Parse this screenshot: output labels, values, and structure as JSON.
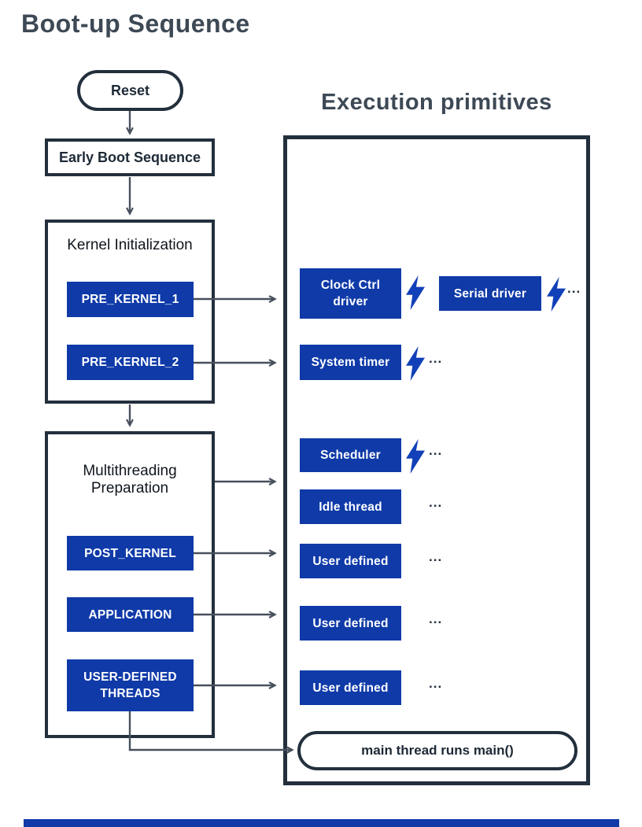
{
  "title": "Boot-up Sequence",
  "flow": {
    "reset": "Reset",
    "early_boot": "Early Boot Sequence",
    "kernel": {
      "title": "Kernel Initialization",
      "items": [
        "PRE_KERNEL_1",
        "PRE_KERNEL_2"
      ]
    },
    "multithreading": {
      "line1": "Multithreading",
      "line2": "Preparation",
      "items": [
        "POST_KERNEL",
        "APPLICATION",
        "USER-DEFINED THREADS"
      ]
    }
  },
  "execution": {
    "title": "Execution primitives",
    "rows": [
      {
        "label": "Clock Ctrl driver",
        "has_bolt": true,
        "second_label": "Serial driver",
        "second_has_bolt": true,
        "second_dots": "..."
      },
      {
        "label": "System timer",
        "has_bolt": true,
        "dots": "..."
      },
      {
        "label": "Scheduler",
        "has_bolt": true,
        "dots": "..."
      },
      {
        "label": "Idle thread",
        "has_bolt": false,
        "dots": "..."
      },
      {
        "label": "User defined",
        "has_bolt": false,
        "dots": "..."
      },
      {
        "label": "User defined",
        "has_bolt": false,
        "dots": "..."
      },
      {
        "label": "User defined",
        "has_bolt": false,
        "dots": "..."
      }
    ],
    "main_pill": "main thread runs main()"
  },
  "icons": {
    "bolt": "lightning-bolt"
  },
  "colors": {
    "accent_blue": "#0f3aa8",
    "outline_dark": "#232f3d",
    "arrow_gray": "#47505c",
    "heading_text": "#3d4955"
  }
}
